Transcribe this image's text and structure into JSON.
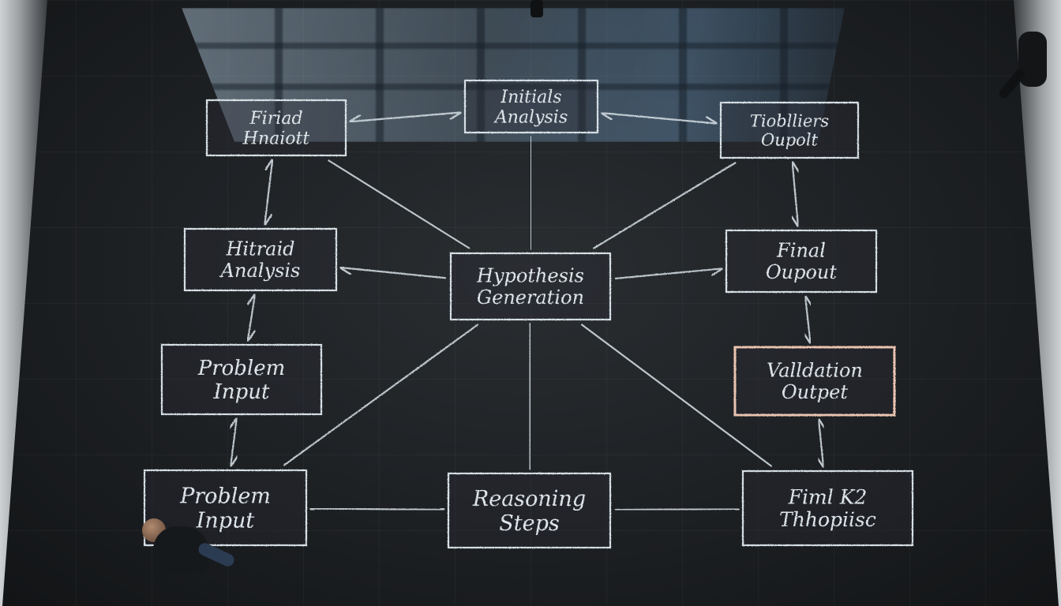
{
  "nodes": [
    {
      "id": "top-left",
      "label_lines": [
        "Firiad",
        "Hnaiott"
      ]
    },
    {
      "id": "top-center",
      "label_lines": [
        "Initials",
        "Analysis"
      ]
    },
    {
      "id": "top-right",
      "label_lines": [
        "Tioblliers",
        "Oupolt"
      ]
    },
    {
      "id": "mid-left",
      "label_lines": [
        "Hitraid",
        "Analysis"
      ]
    },
    {
      "id": "center",
      "label_lines": [
        "Hypothesis",
        "Generation"
      ]
    },
    {
      "id": "mid-right",
      "label_lines": [
        "Final",
        "Oupout"
      ]
    },
    {
      "id": "lower-left",
      "label_lines": [
        "Problem",
        "Input"
      ]
    },
    {
      "id": "lower-right",
      "label_lines": [
        "Valldation",
        "Outpet"
      ]
    },
    {
      "id": "bottom-left",
      "label_lines": [
        "Problem",
        "Input"
      ]
    },
    {
      "id": "bottom-center",
      "label_lines": [
        "Reasoning",
        "Steps"
      ]
    },
    {
      "id": "bottom-right",
      "label_lines": [
        "Fiml K2",
        "Thhopiisc"
      ]
    }
  ],
  "edges": [
    {
      "from": "top-left",
      "to": "top-center",
      "type": "double"
    },
    {
      "from": "top-center",
      "to": "top-right",
      "type": "double"
    },
    {
      "from": "top-left",
      "to": "mid-left",
      "type": "double"
    },
    {
      "from": "top-center",
      "to": "center",
      "type": "double"
    },
    {
      "from": "top-right",
      "to": "mid-right",
      "type": "double"
    },
    {
      "from": "center",
      "to": "mid-left",
      "type": "single"
    },
    {
      "from": "center",
      "to": "mid-right",
      "type": "single"
    },
    {
      "from": "mid-left",
      "to": "lower-left",
      "type": "double"
    },
    {
      "from": "mid-right",
      "to": "lower-right",
      "type": "double"
    },
    {
      "from": "lower-left",
      "to": "bottom-left",
      "type": "double"
    },
    {
      "from": "lower-right",
      "to": "bottom-right",
      "type": "double"
    },
    {
      "from": "center",
      "to": "bottom-center",
      "type": "double"
    },
    {
      "from": "bottom-left",
      "to": "bottom-center",
      "type": "double"
    },
    {
      "from": "bottom-center",
      "to": "bottom-right",
      "type": "single"
    },
    {
      "from": "center",
      "to": "top-left",
      "type": "line"
    },
    {
      "from": "center",
      "to": "top-right",
      "type": "line"
    },
    {
      "from": "center",
      "to": "bottom-left",
      "type": "line"
    },
    {
      "from": "center",
      "to": "bottom-right",
      "type": "line"
    }
  ],
  "colors": {
    "chalk": "#d7e0e6",
    "highlight": "#e9c3b0",
    "floor": "#1d2023"
  }
}
